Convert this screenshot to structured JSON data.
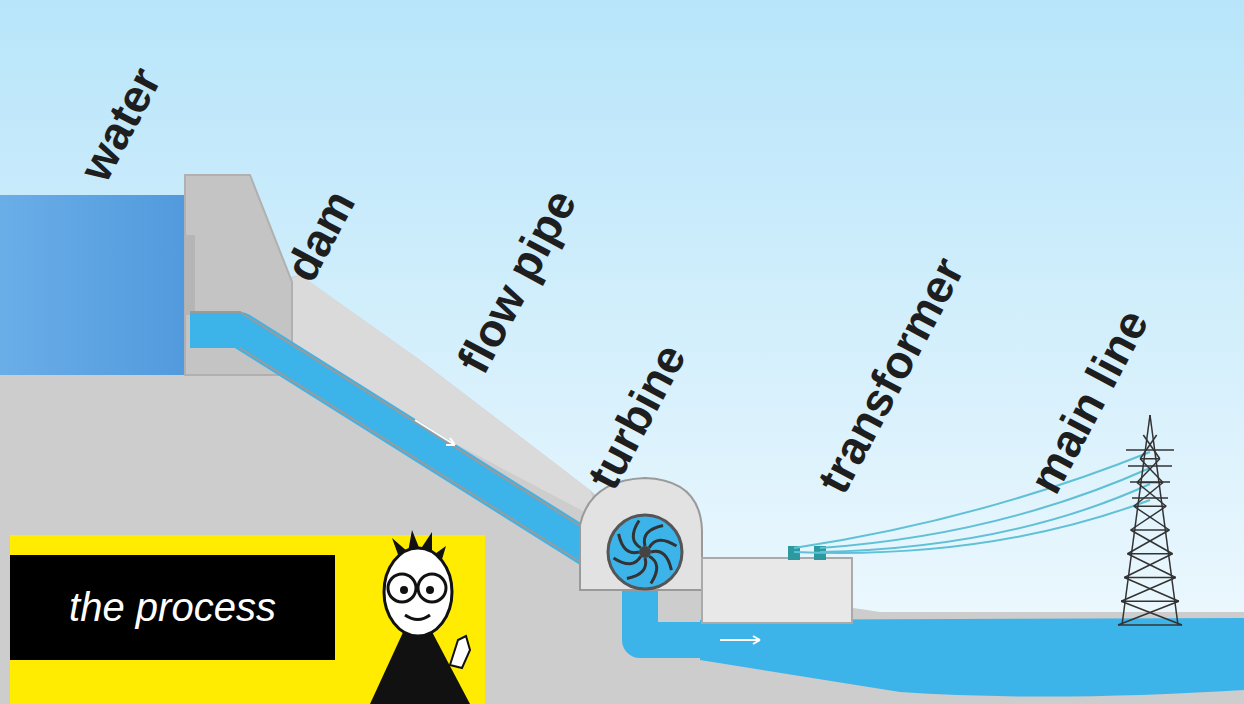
{
  "diagram": {
    "nodes": [
      {
        "text": [
          "the process"
        ]
      }
    ],
    "labels": [
      "water",
      "dam",
      "flow pipe",
      "turbine",
      "transformer",
      "main line"
    ]
  }
}
